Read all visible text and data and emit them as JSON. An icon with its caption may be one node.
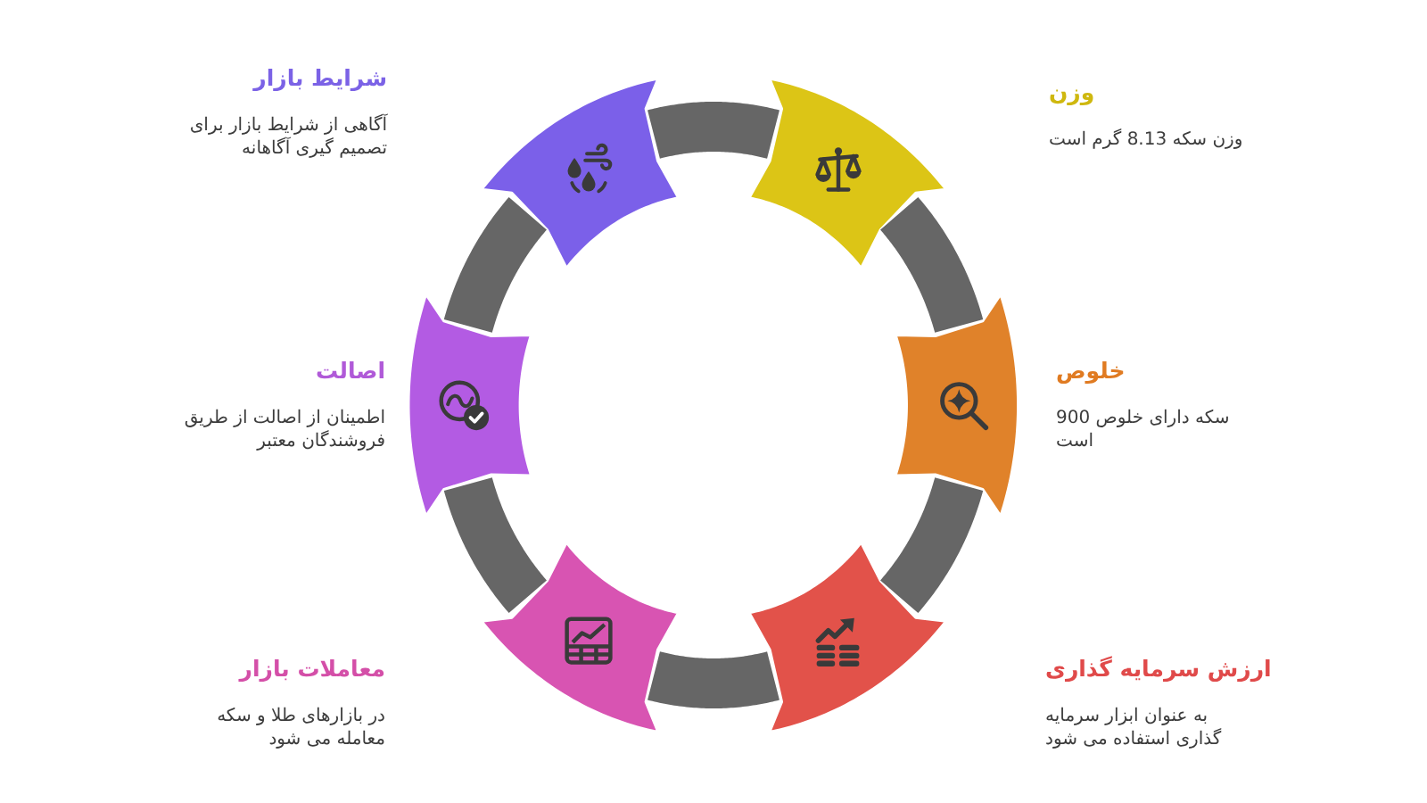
{
  "diagram": {
    "nodes": [
      {
        "text": [
          "وزن"
        ]
      },
      {
        "text": [
          "خلوص"
        ]
      },
      {
        "text": [
          "ارزش سرمایه گذاری"
        ]
      },
      {
        "text": [
          "معاملات بازار"
        ]
      },
      {
        "text": [
          "اصالت"
        ]
      },
      {
        "text": [
          "شرایط بازار"
        ]
      }
    ],
    "edges": [
      {
        "from": 0,
        "to": 1,
        "arrow": "none"
      },
      {
        "from": 1,
        "to": 2,
        "arrow": "none"
      },
      {
        "from": 2,
        "to": 3,
        "arrow": "none"
      },
      {
        "from": 3,
        "to": 4,
        "arrow": "none"
      },
      {
        "from": 4,
        "to": 5,
        "arrow": "none"
      },
      {
        "from": 5,
        "to": 0,
        "arrow": "none"
      }
    ],
    "labels": [
      "وزن سکه 8.13 گرم است",
      "آگاهی از شرایط بازار برای تصمیم گیری آگاهانه",
      "سکه دارای خلوص 900 است",
      "اطمینان از اصالت از طریق فروشندگان معتبر",
      "به عنوان ابزار سرمایه گذاری استفاده می شود",
      "در بازارهای طلا و سکه معامله می شود"
    ]
  }
}
